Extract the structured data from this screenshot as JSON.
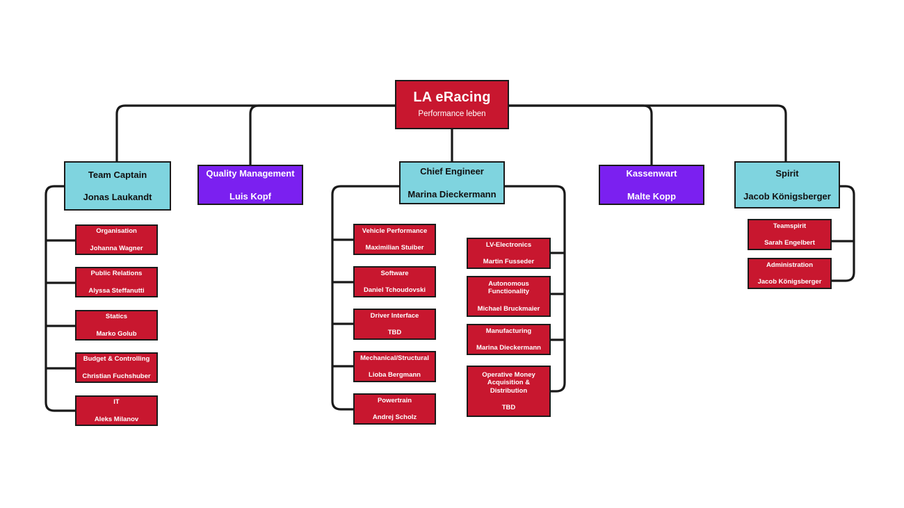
{
  "chart_data": {
    "type": "diagram",
    "title": "LA eRacing organizational chart",
    "palette": {
      "red": "#C8172F",
      "cyan": "#7FD4DF",
      "purple": "#7B20F0",
      "connector": "#1a1a1a",
      "background": "#ffffff"
    },
    "root": {
      "role": "LA eRacing",
      "person": "Performance leben",
      "color": "red"
    },
    "level2": [
      {
        "role": "Team Captain",
        "person": "Jonas Laukandt",
        "color": "cyan"
      },
      {
        "role": "Quality Management",
        "person": "Luis Kopf",
        "color": "purple"
      },
      {
        "role": "Chief Engineer",
        "person": "Marina Dieckermann",
        "color": "cyan"
      },
      {
        "role": "Kassenwart",
        "person": "Malte Kopp",
        "color": "purple"
      },
      {
        "role": "Spirit",
        "person": "Jacob Königsberger",
        "color": "cyan"
      }
    ],
    "team_captain_children": [
      {
        "role": "Organisation",
        "person": "Johanna Wagner"
      },
      {
        "role": "Public Relations",
        "person": "Alyssa Steffanutti"
      },
      {
        "role": "Statics",
        "person": "Marko Golub"
      },
      {
        "role": "Budget & Controlling",
        "person": "Christian Fuchshuber"
      },
      {
        "role": "IT",
        "person": "Aleks Milanov"
      }
    ],
    "chief_engineer_children_left": [
      {
        "role": "Vehicle Performance",
        "person": "Maximilian Stuiber"
      },
      {
        "role": "Software",
        "person": "Daniel Tchoudovski"
      },
      {
        "role": "Driver Interface",
        "person": "TBD"
      },
      {
        "role": "Mechanical/Structural",
        "person": "Lioba Bergmann"
      },
      {
        "role": "Powertrain",
        "person": "Andrej Scholz"
      }
    ],
    "chief_engineer_children_right": [
      {
        "role": "LV-Electronics",
        "person": "Martin Fusseder"
      },
      {
        "role": "Autonomous Functionality",
        "person": "Michael Bruckmaier"
      },
      {
        "role": "Manufacturing",
        "person": "Marina Dieckermann"
      },
      {
        "role": "Operative Money Acquisition & Distribution",
        "person": "TBD"
      }
    ],
    "spirit_children": [
      {
        "role": "Teamspirit",
        "person": "Sarah Engelbert"
      },
      {
        "role": "Administration",
        "person": "Jacob Königsberger"
      }
    ]
  }
}
